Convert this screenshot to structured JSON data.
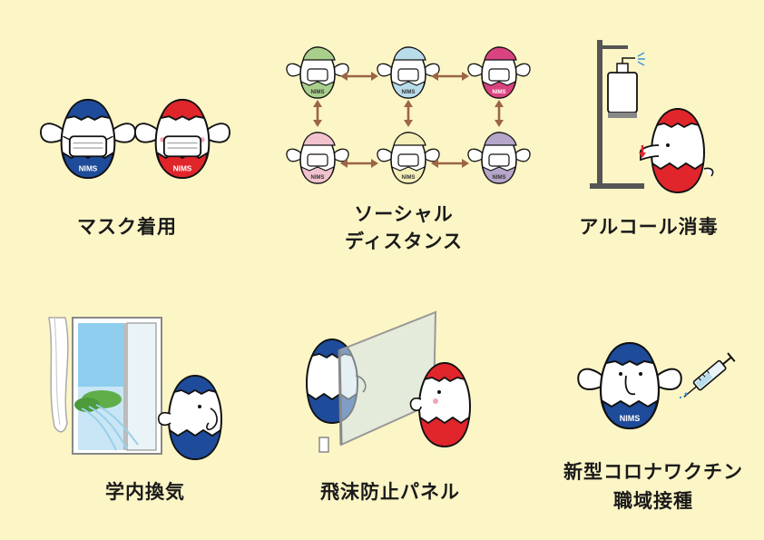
{
  "items": [
    {
      "id": "mask",
      "label": [
        "マスク着用"
      ]
    },
    {
      "id": "distance",
      "label": [
        "ソーシャル",
        "ディスタンス"
      ]
    },
    {
      "id": "alcohol",
      "label": [
        "アルコール消毒"
      ]
    },
    {
      "id": "ventilation",
      "label": [
        "学内換気"
      ]
    },
    {
      "id": "panel",
      "label": [
        "飛沫防止パネル"
      ]
    },
    {
      "id": "vaccine",
      "label": [
        "新型コロナワクチン",
        "職域接種"
      ]
    }
  ],
  "logo_text": "NIMS",
  "colors": {
    "background": "#fcf5c6",
    "navy": "#1e4b9a",
    "red": "#e0252b",
    "arrow": "#9b6546",
    "green": "#a9cf8c",
    "lightblue": "#b8dcea",
    "magenta": "#d9437f",
    "pink": "#f2c3cf",
    "cream": "#f4efb8",
    "lavender": "#b6a6c9"
  }
}
